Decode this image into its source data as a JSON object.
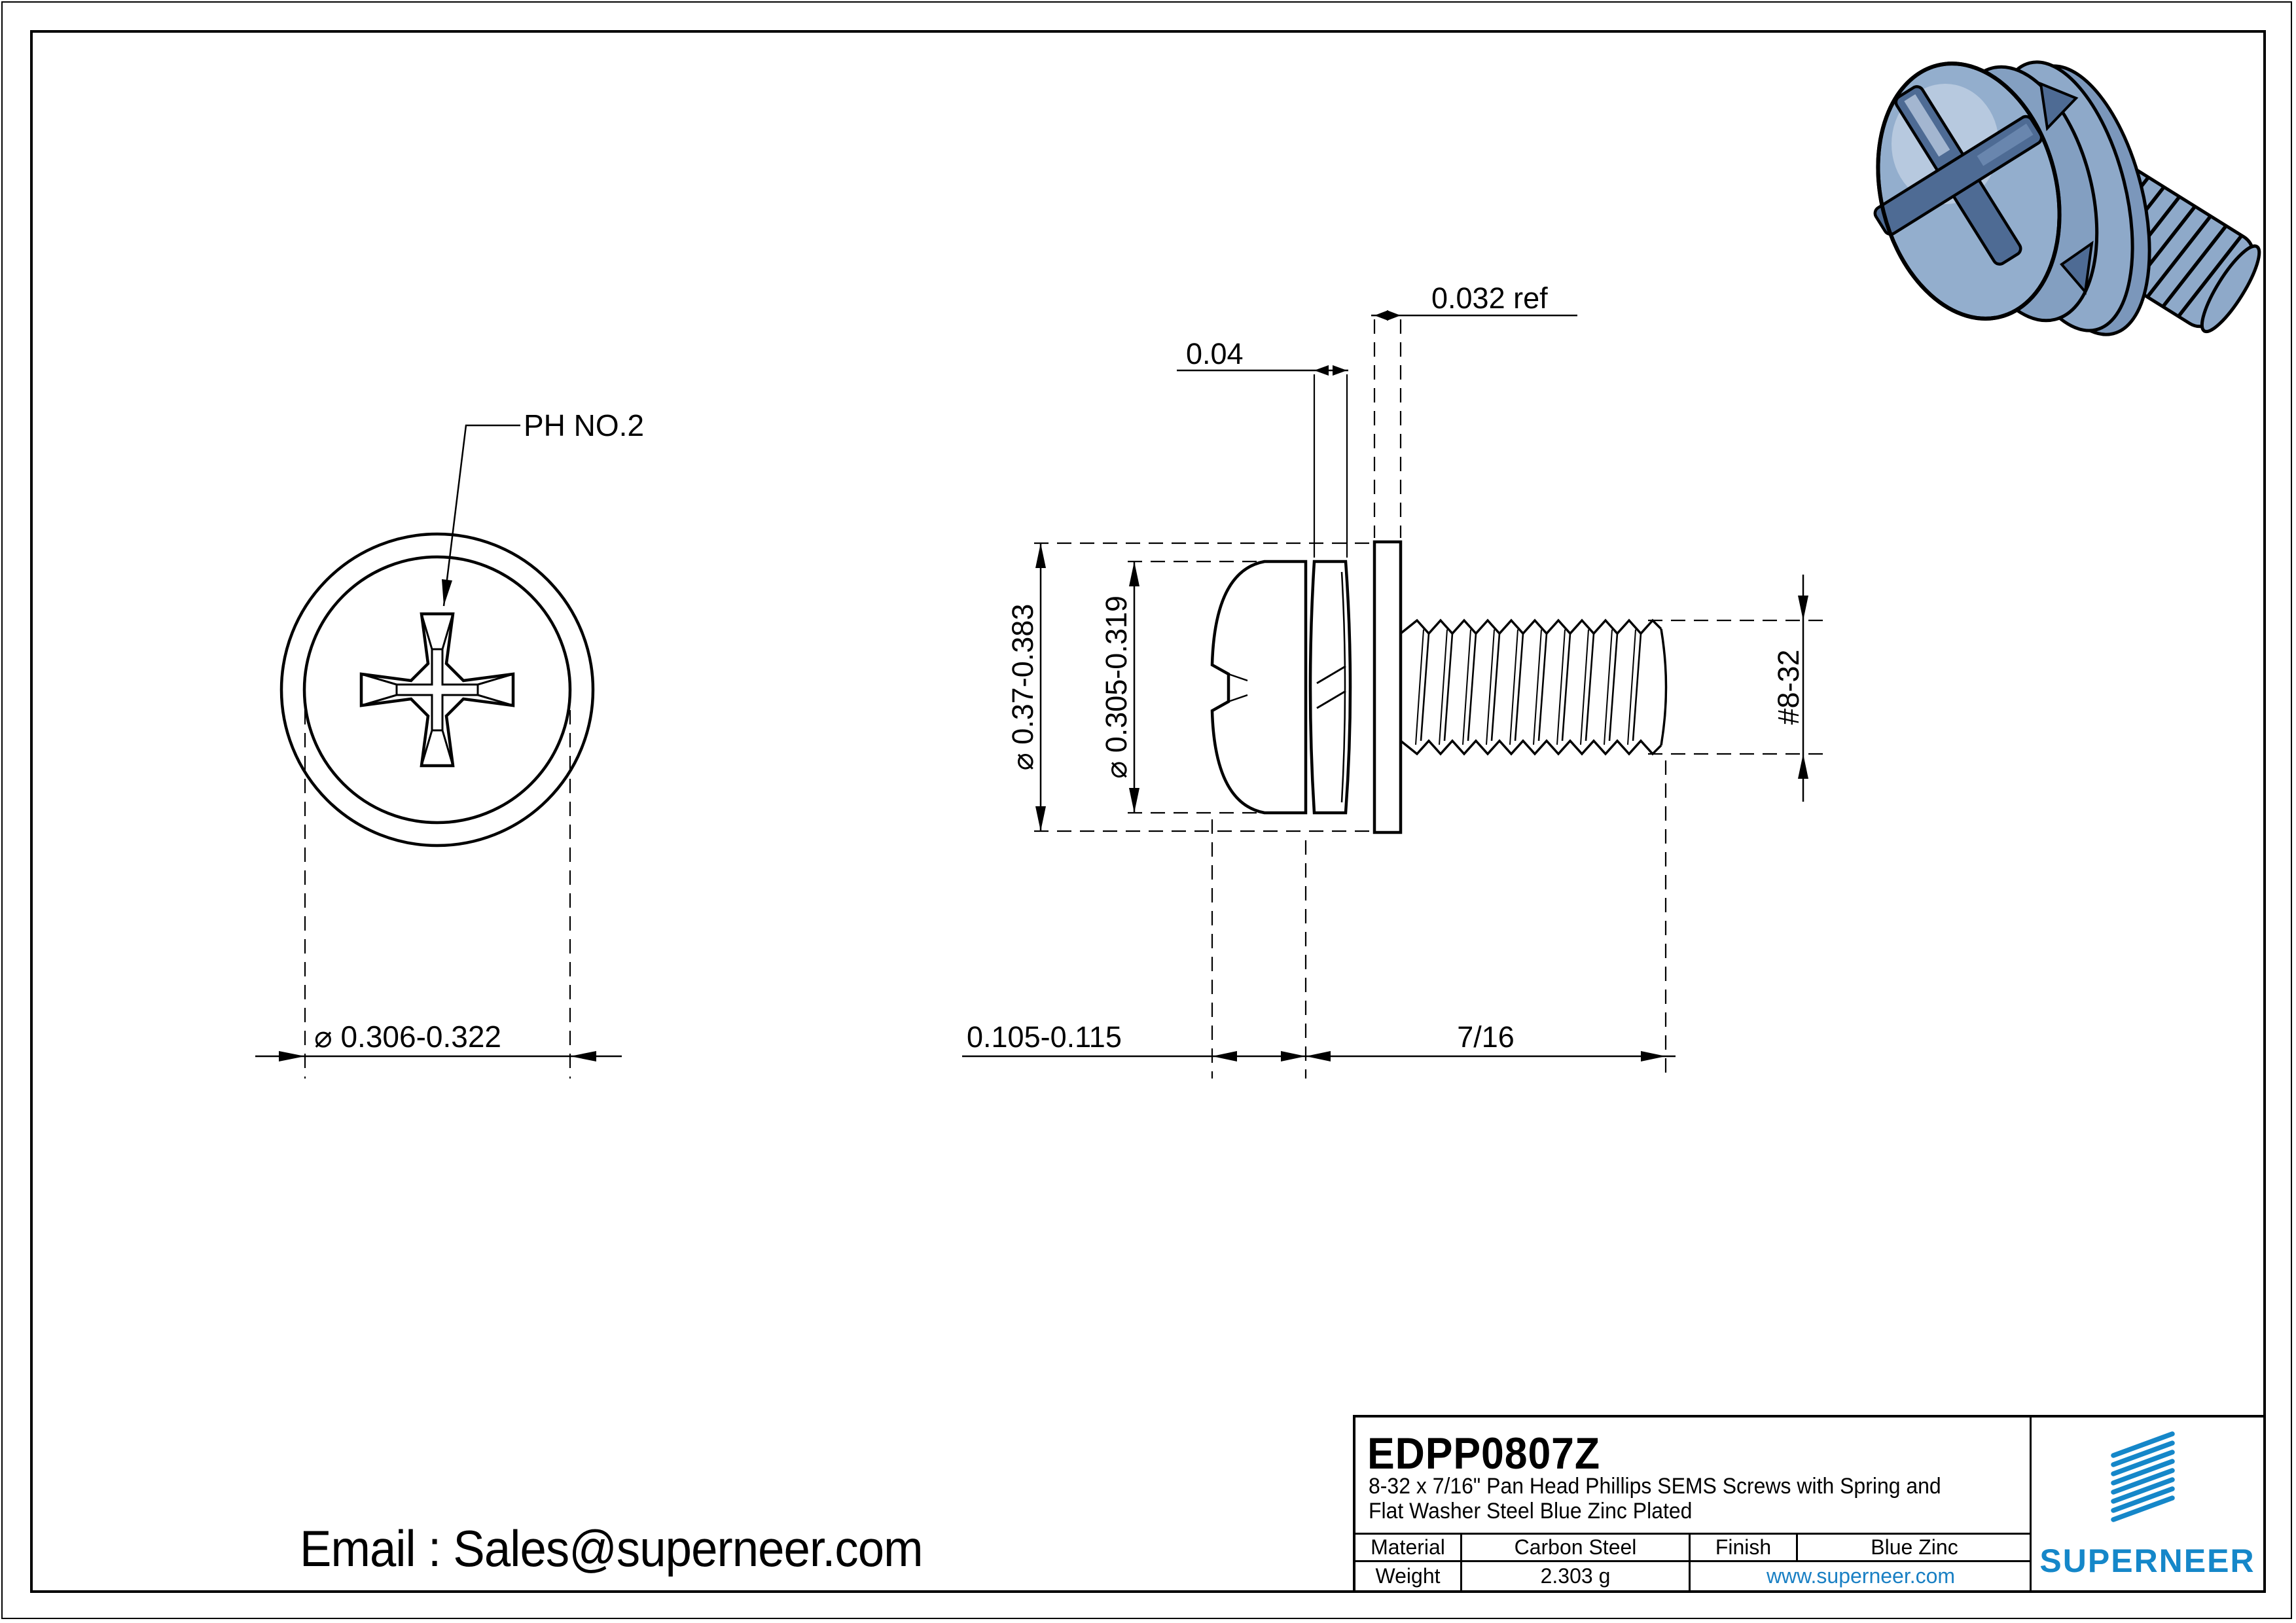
{
  "drawing": {
    "front_view": {
      "callout": "PH NO.2",
      "dim_head_diameter": "⌀ 0.306-0.322"
    },
    "side_view": {
      "dim_spring_thickness": "0.04",
      "dim_washer_thickness": "0.032 ref",
      "dim_washer_od": "⌀ 0.37-0.383",
      "dim_head_od": "⌀ 0.305-0.319",
      "dim_thread_size": "#8-32",
      "dim_head_height": "0.105-0.115",
      "dim_length": "7/16"
    },
    "email": "Email : Sales@superneer.com"
  },
  "title_block": {
    "part_number": "EDPP0807Z",
    "description_line1": "8-32 x 7/16\" Pan Head Phillips SEMS Screws with Spring and",
    "description_line2": "Flat Washer Steel Blue Zinc Plated",
    "material_label": "Material",
    "material_value": "Carbon Steel",
    "finish_label": "Finish",
    "finish_value": "Blue Zinc",
    "weight_label": "Weight",
    "weight_value": "2.303 g",
    "website": "www.superneer.com",
    "brand": "SUPERNEER"
  },
  "colors": {
    "brand_blue": "#1587c9",
    "link_blue": "#1a80c4",
    "line_black": "#000000",
    "screw_body": "#8ea9c9",
    "screw_light": "#c3d2e4",
    "screw_shade": "#7b97bb",
    "screw_recess": "#4e6b94"
  }
}
